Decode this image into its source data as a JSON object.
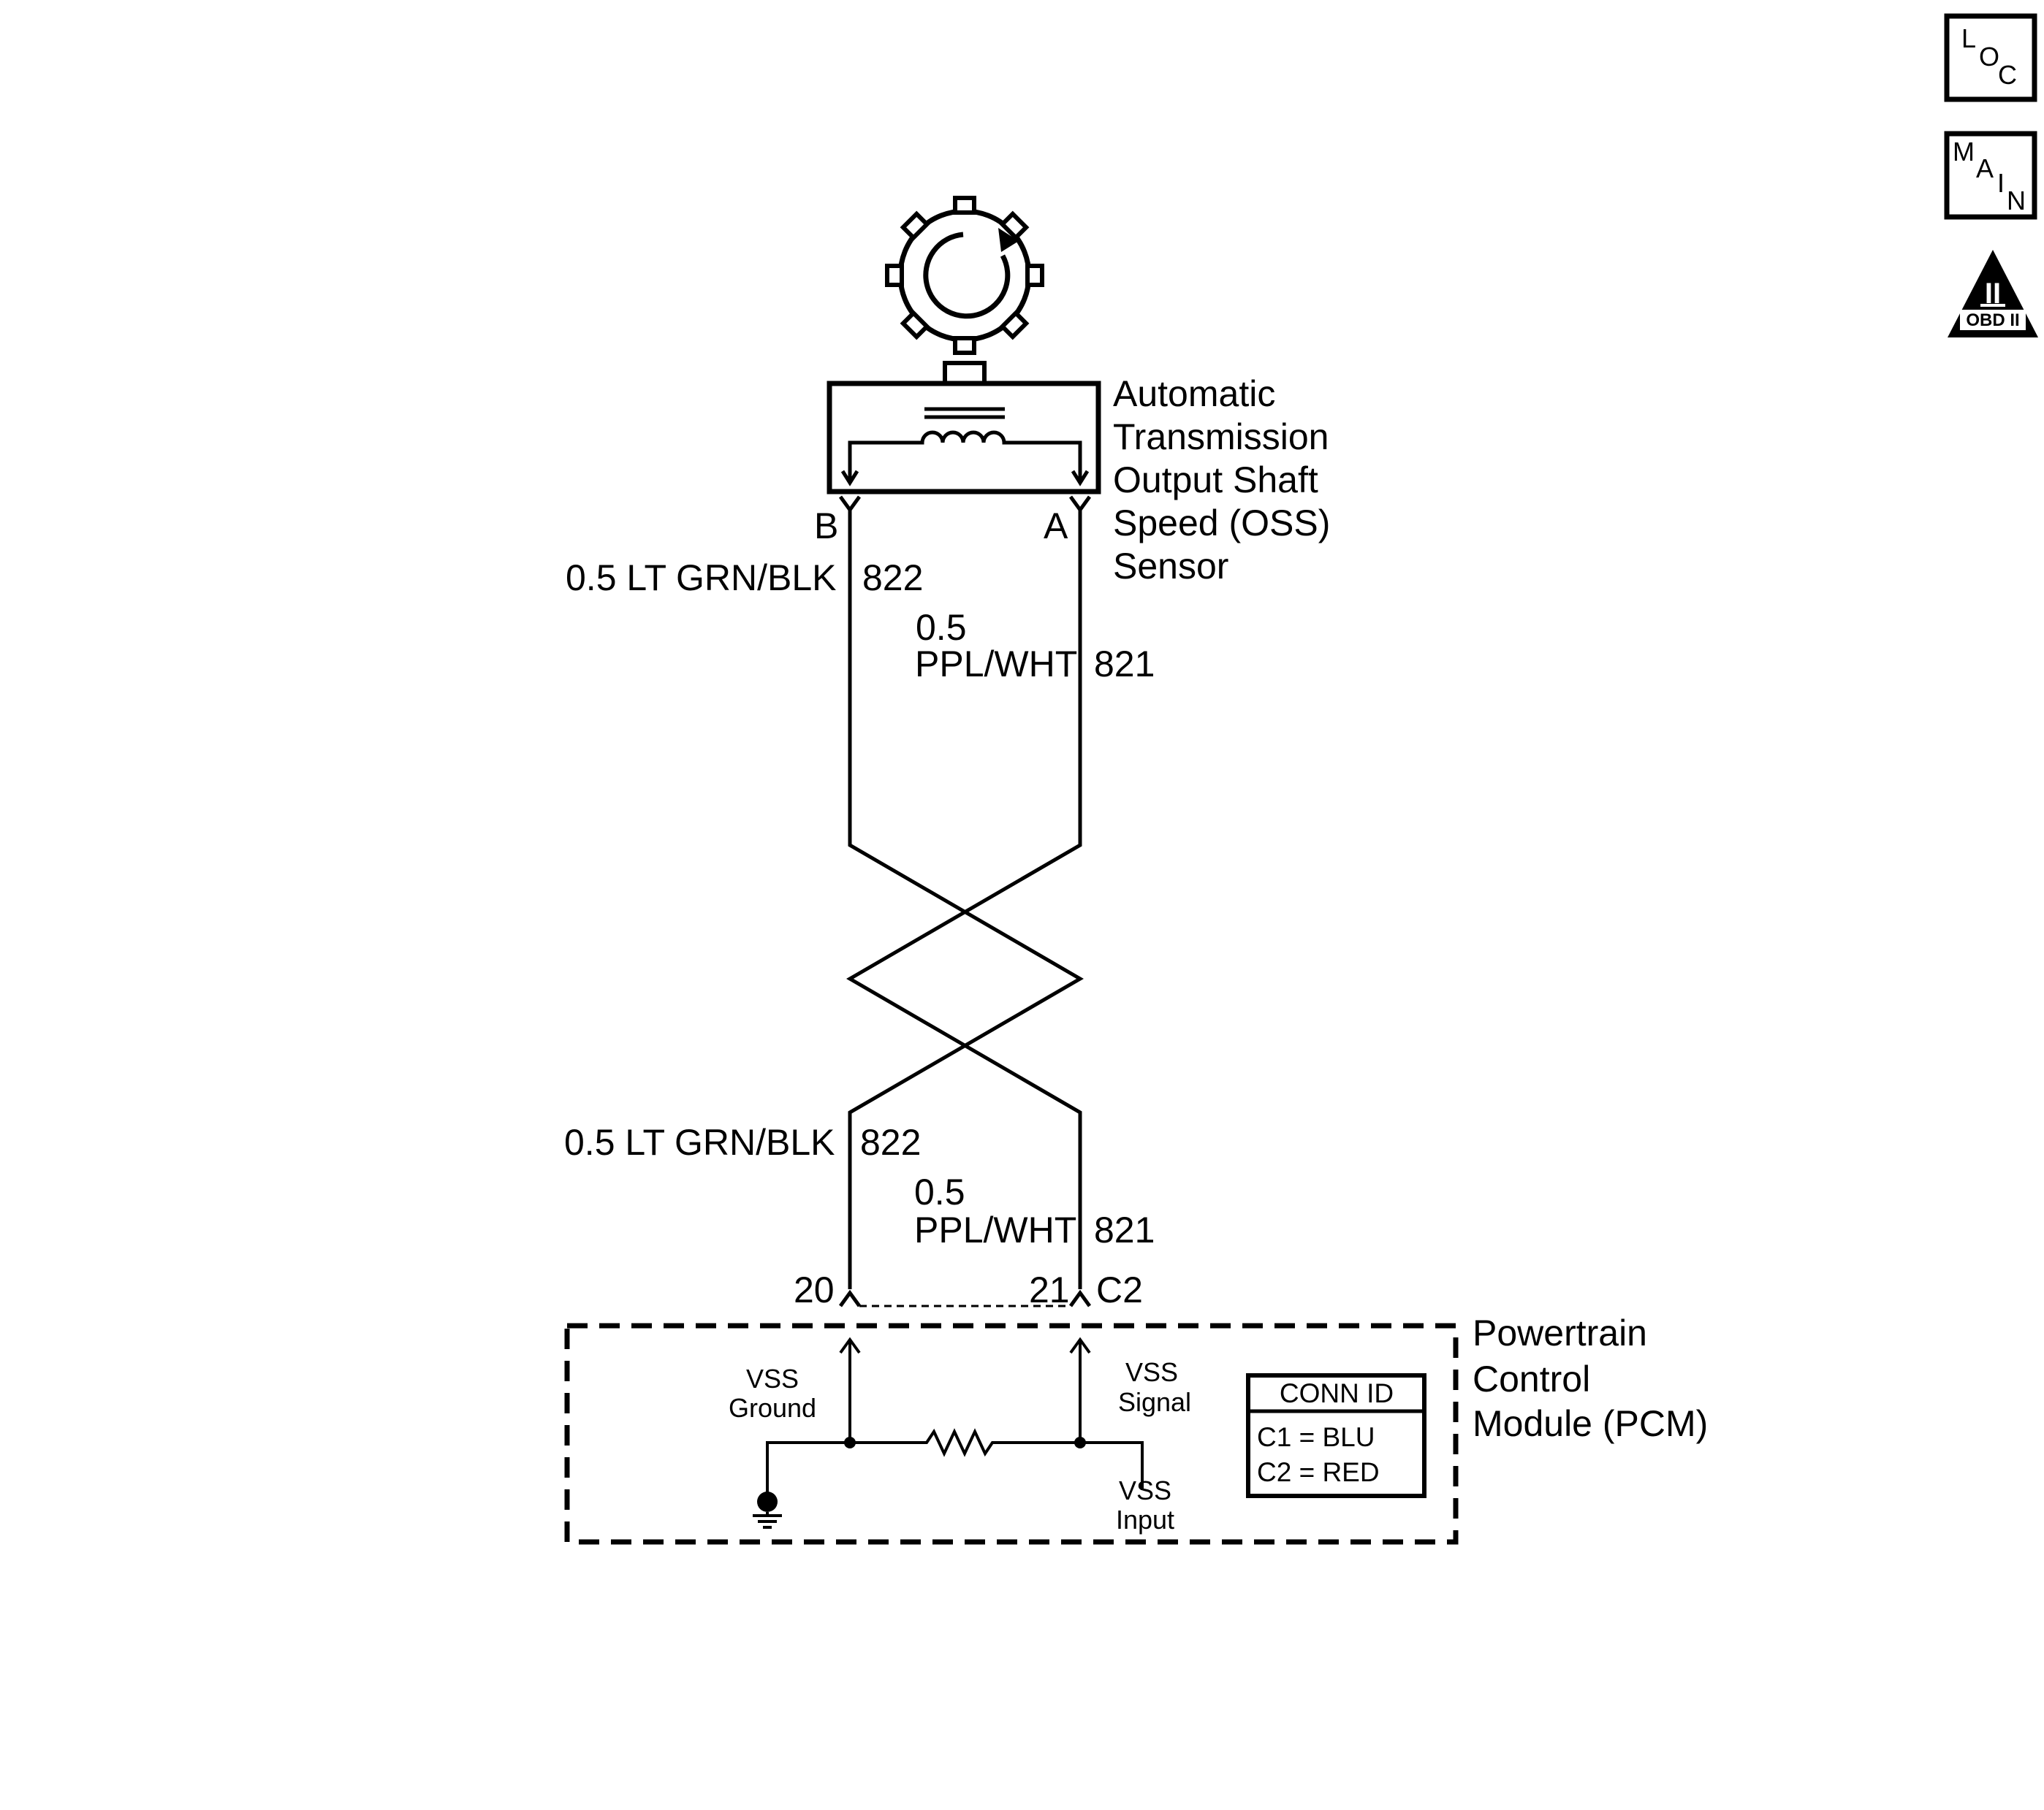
{
  "nav": {
    "loc_letters": [
      "L",
      "O",
      "C"
    ],
    "main_letters": [
      "M",
      "A",
      "I",
      "N"
    ],
    "obd_numeral": "II",
    "obd_text": "OBD II"
  },
  "sensor": {
    "name_lines": [
      "Automatic",
      "Transmission",
      "Output Shaft",
      "Speed (OSS)",
      "Sensor"
    ],
    "pin_b": "B",
    "pin_a": "A"
  },
  "wires": {
    "upper_822_label": "0.5 LT GRN/BLK",
    "upper_822_circuit": "822",
    "upper_821_gauge": "0.5",
    "upper_821_color": "PPL/WHT",
    "upper_821_circuit": "821",
    "lower_822_label": "0.5 LT GRN/BLK",
    "lower_822_circuit": "822",
    "lower_821_gauge": "0.5",
    "lower_821_color": "PPL/WHT",
    "lower_821_circuit": "821"
  },
  "pcm": {
    "pin_20": "20",
    "pin_21": "21",
    "connector": "C2",
    "name_lines": [
      "Powertrain",
      "Control",
      "Module (PCM)"
    ],
    "vss_ground": [
      "VSS",
      "Ground"
    ],
    "vss_signal": [
      "VSS",
      "Signal"
    ],
    "vss_input": [
      "VSS",
      "Input"
    ],
    "conn_id": {
      "title": "CONN ID",
      "rows": [
        "C1 = BLU",
        "C2 = RED"
      ]
    }
  }
}
